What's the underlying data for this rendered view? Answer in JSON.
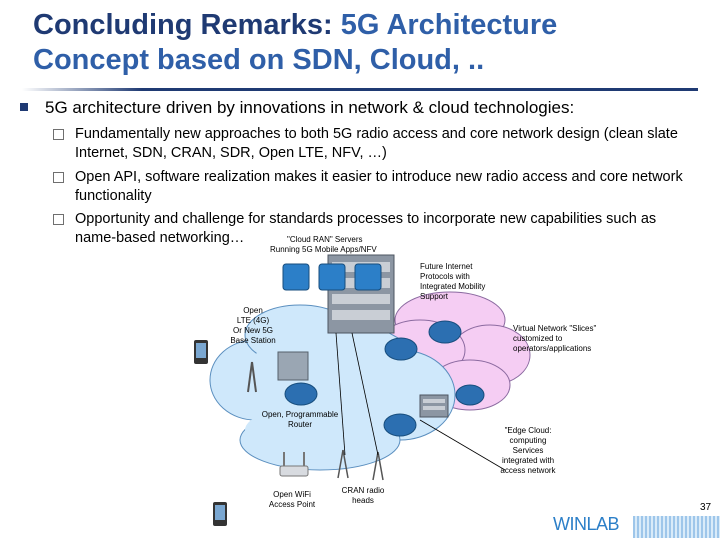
{
  "slide": {
    "title_bold": "Concluding Remarks:",
    "title_rest_line1": " 5G Architecture",
    "title_line2": "Concept based on SDN, Cloud, ..",
    "main_bullet": "5G architecture driven by innovations in network & cloud technologies:",
    "sub_bullets": [
      "Fundamentally new approaches to both 5G radio access and core network design (clean slate Internet, SDN, CRAN, SDR, Open LTE, NFV, …)",
      "Open API, software realization makes it easier to introduce new radio access and core network functionality",
      "Opportunity and challenge for standards processes to incorporate new capabilities such as name-based networking…"
    ],
    "page_number": "37",
    "logo_text": "WINLAB"
  },
  "diagram": {
    "cloud_servers": "\"Cloud RAN\" Servers",
    "cloud_servers_line2": "Running 5G Mobile Apps/NFV",
    "future_internet": [
      "Future Internet",
      "Protocols with",
      "Integrated Mobility",
      "Support"
    ],
    "open_lte": [
      "Open",
      "LTE (4G)",
      "Or New 5G",
      "Base Station"
    ],
    "virtual_network": [
      "Virtual Network \"Slices\"",
      "customized to",
      "operators/applications"
    ],
    "router": [
      "Open, Programmable",
      "Router"
    ],
    "edge_cloud": [
      "\"Edge Cloud:",
      "computing",
      "Services",
      "integrated with",
      "access network"
    ],
    "wifi": [
      "Open WiFi",
      "Access Point"
    ],
    "cran": [
      "CRAN radio",
      "heads"
    ],
    "colors": {
      "cloud_blue": "#cfe8fb",
      "cloud_pink": "#f5cdf3",
      "title": "#1f3a73"
    }
  }
}
